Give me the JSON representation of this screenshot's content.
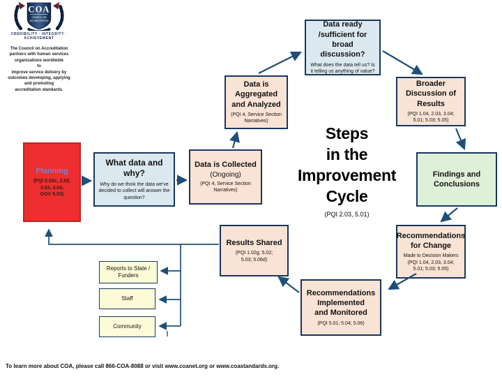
{
  "colors": {
    "border-navy": "#17375e",
    "arrow": "#1f4e79",
    "box-blue": "#dbe8ef",
    "box-peach": "#f9e3d5",
    "box-green": "#def0d8",
    "box-yellow": "#fbfbd7",
    "box-red": "#ee2e2e",
    "planning-text": "#7b7fd0"
  },
  "logo": {
    "acronym": "COA",
    "org_name_line1": "COUNCIL ON",
    "org_name_line2": "ACCREDITATION",
    "tagline": "Credibility · Integrity · Achievement",
    "mission": "The Council on Accreditation\npartners with human services\norganizations worldwide\nto\nimprove service delivery by\noutcomes developing, applying\nand promoting\naccreditation standards."
  },
  "title": {
    "text": "Steps\nin the\nImprovement\nCycle",
    "pqi": "(PQI 2.03, 5.01)"
  },
  "boxes": {
    "planning": {
      "title": "Planning",
      "sub": "(PQI 2.02c, 3.02,\n3.03, 3.04,\nGOV 5.03)"
    },
    "what_data": {
      "title": "What data and why?",
      "sub": "Why do we think the data we've decided to collect will answer the question?"
    },
    "data_collected": {
      "title": "Data is Collected",
      "subtitle": "(Ongoing)",
      "sub": "(PQI 4, Service Section\nNarratives)"
    },
    "data_aggregated": {
      "title": "Data is\nAggregated\nand Analyzed",
      "sub": "(PQI 4, Service Section\nNarratives)"
    },
    "data_ready": {
      "title": "Data ready\n/sufficient for broad\ndiscussion?",
      "sub": "What does the data tell us? Is it telling us anything of value?"
    },
    "broader_discussion": {
      "title": "Broader\nDiscussion of\nResults",
      "sub": "(PQI 1.04, 2.03, 3.04;\n5.01; 5.03; 5.05)"
    },
    "findings": {
      "title": "Findings and\nConclusions"
    },
    "recommendations_change": {
      "title": "Recommendations\nfor Change",
      "sub": "Made to Decision Makers\n(PQI 1.04, 2.03, 3.04;\n5.01; 5.03; 5.05)"
    },
    "recommendations_implemented": {
      "title": "Recommendations\nImplemented\nand Monitored",
      "sub": "(PQI 5.01; 5.04; 5.06)"
    },
    "results_shared": {
      "title": "Results Shared",
      "sub": "(PQI 1.02g; 5.02;\n5.03; 5.06d)"
    },
    "reports": {
      "title": "Reports to State /\nFunders"
    },
    "staff": {
      "title": "Staff"
    },
    "community": {
      "title": "Community"
    }
  },
  "footer": "To learn more about COA, please call 866-COA-8088 or visit www.coanet.org or www.coastandards.org."
}
